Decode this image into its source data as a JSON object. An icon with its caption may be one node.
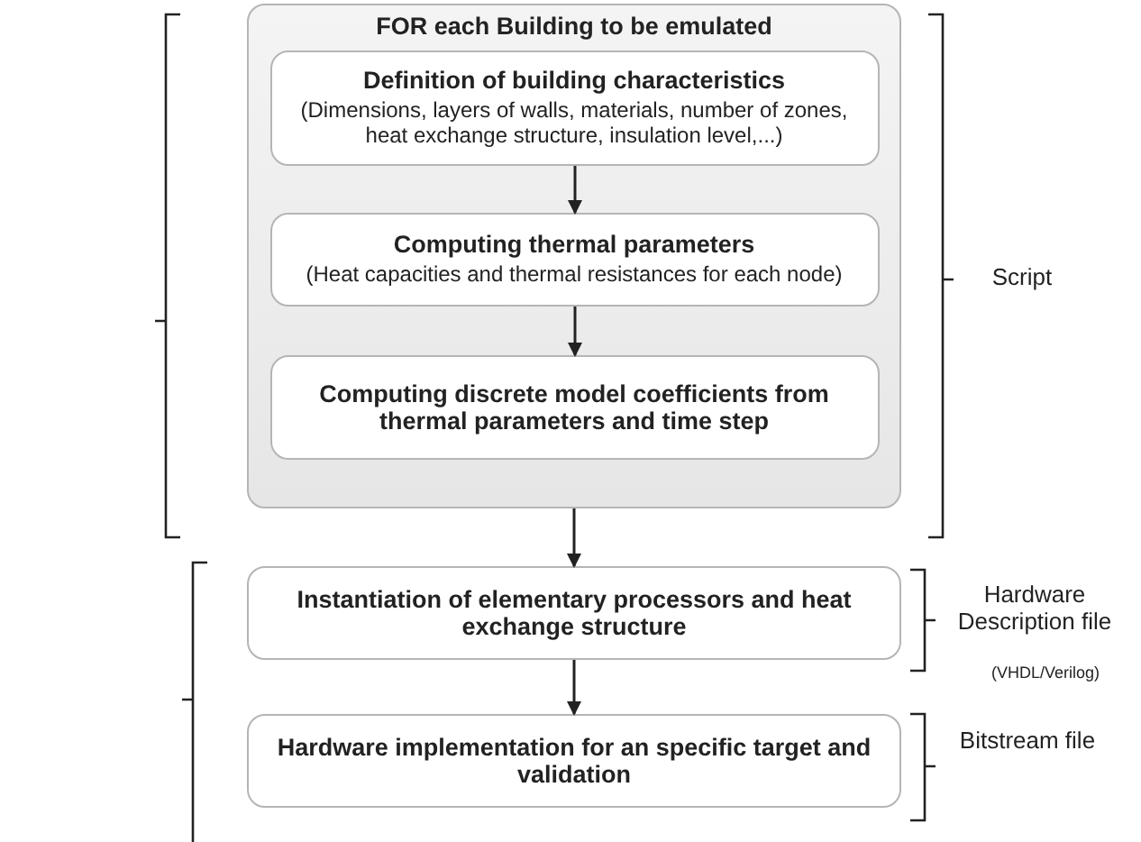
{
  "diagram": {
    "nodes": [
      {
        "text": [
          "FOR each Building to be emulated"
        ]
      },
      {
        "text": [
          "Definition of building characteristics",
          "(Dimensions, layers of walls, materials, number of zones, heat exchange structure, insulation level,...)"
        ],
        "in": 0
      },
      {
        "text": [
          "Computing thermal parameters",
          "(Heat capacities and thermal resistances for each node)"
        ],
        "in": 0
      },
      {
        "text": [
          "Computing discrete model coefficients from thermal parameters and time step"
        ],
        "in": 0
      },
      {
        "text": [
          "Instantiation of elementary processors and heat exchange structure"
        ]
      },
      {
        "text": [
          "Hardware implementation for an specific target and validation"
        ]
      }
    ],
    "edges": [
      {
        "from": 1,
        "to": 2,
        "arrow": "to"
      },
      {
        "from": 2,
        "to": 3,
        "arrow": "to"
      },
      {
        "from": 0,
        "to": 4,
        "arrow": "to"
      },
      {
        "from": 4,
        "to": 5,
        "arrow": "to"
      }
    ],
    "labels": [
      "Script",
      "Hardware Description file",
      "(VHDL/Verilog)",
      "Bitstream file"
    ]
  }
}
